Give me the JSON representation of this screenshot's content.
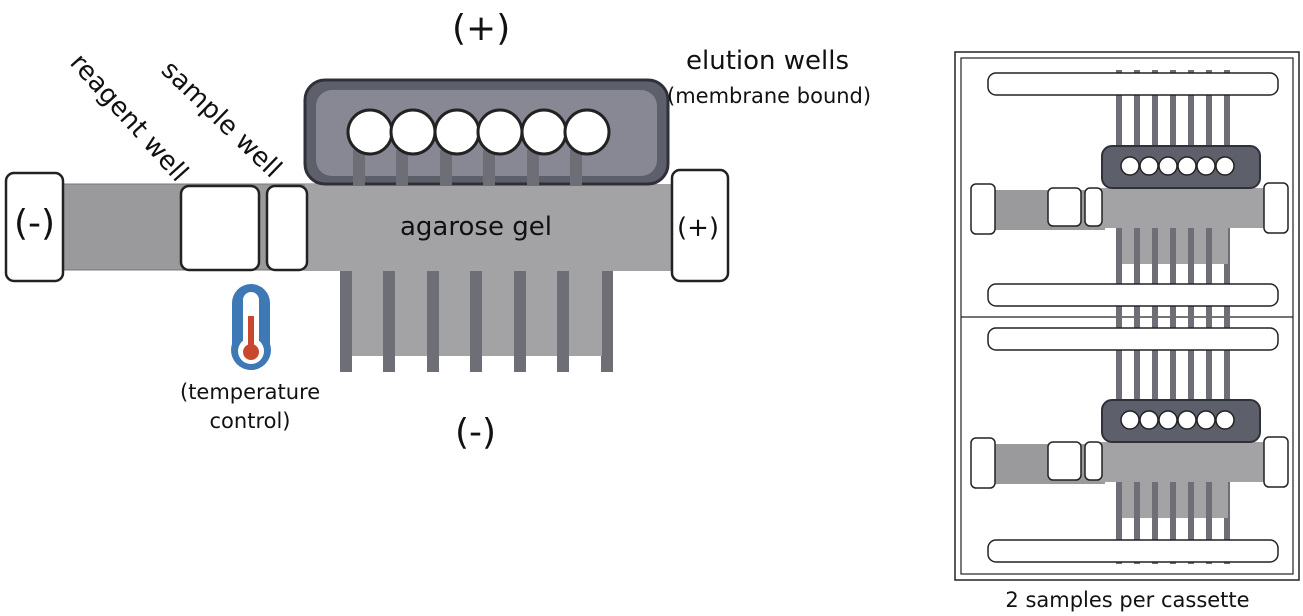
{
  "diagram": {
    "top_polarity": "(+)",
    "bottom_polarity": "(-)",
    "left_electrode": "(-)",
    "right_electrode": "(+)",
    "reagent_well": "reagent well",
    "sample_well": "sample well",
    "gel": "agarose gel",
    "elution_title": "elution wells",
    "elution_subtitle": "(membrane bound)",
    "temperature_line1": "(temperature",
    "temperature_line2": "control)",
    "cassette_caption": "2 samples per cassette"
  },
  "colors": {
    "gel": "#a3a3a5",
    "channel": "#9a9a9c",
    "strip": "#6e6e76",
    "elution_frame": "#5d5f6b",
    "thermometer_body": "#3e78b5",
    "thermometer_bulb": "#c9472f"
  },
  "icons": [
    "thermometer-icon"
  ]
}
